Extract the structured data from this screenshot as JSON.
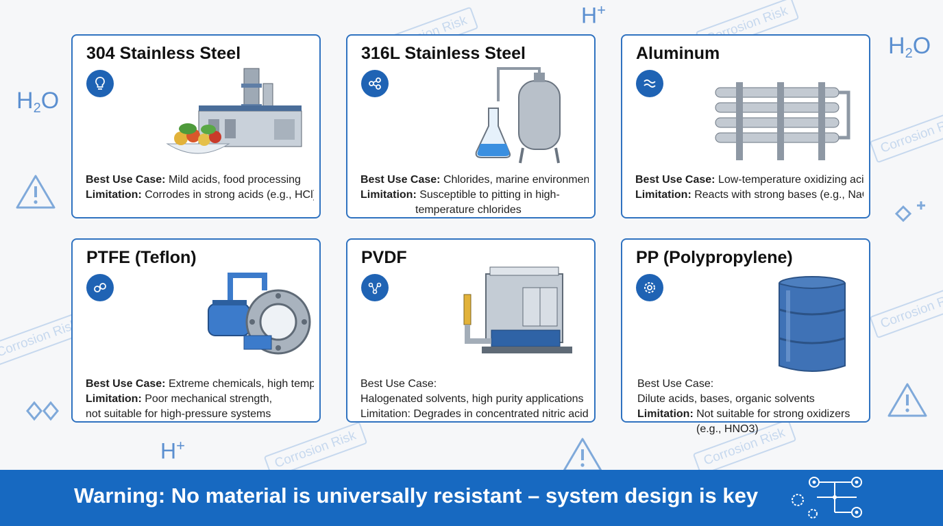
{
  "background": {
    "h2o_text": "H",
    "h2o_sub": "2",
    "h2o_tail": "O",
    "hplus_text": "H",
    "hplus_sup": "+",
    "stamp_text": "Corrosion Risk",
    "accent_color": "#5b8fd0"
  },
  "cards": [
    {
      "title": "304 Stainless Steel",
      "icon": "lightbulb-icon",
      "illustration": "food-processing-plant",
      "lines": [
        {
          "label": "Best Use Case:",
          "value": " Mild acids, food processing"
        },
        {
          "label": "Limitation:",
          "value": " Corrodes in strong acids (e.g., HCl)"
        }
      ]
    },
    {
      "title": "316L Stainless Steel",
      "icon": "molecule-icon",
      "illustration": "tank-and-flask",
      "lines": [
        {
          "label": "Best Use Case:",
          "value": " Chlorides, marine environments"
        },
        {
          "label": "Limitation:",
          "value": " Susceptible to pitting in high-"
        },
        {
          "label": "",
          "value": "temperature chlorides"
        }
      ]
    },
    {
      "title": "Aluminum",
      "icon": "waves-icon",
      "illustration": "heat-exchanger-pipes",
      "lines": [
        {
          "label": "Best Use Case:",
          "value": " Low-temperature oxidizing acids"
        },
        {
          "label": "Limitation:",
          "value": " Reacts with strong bases (e.g., NaOH)"
        }
      ]
    },
    {
      "title": "PTFE (Teflon)",
      "icon": "rings-icon",
      "illustration": "centrifugal-pump",
      "lines": [
        {
          "label": "Best Use Case:",
          "value": " Extreme chemicals, high temperatu"
        },
        {
          "label": "Limitation:",
          "value": " Poor mechanical strength,"
        },
        {
          "label": "",
          "value": "not suitable for high-pressure systems"
        }
      ]
    },
    {
      "title": "PVDF",
      "icon": "network-icon",
      "illustration": "purity-skid-unit",
      "lines": [
        {
          "label": "",
          "value": "Best Use Case:"
        },
        {
          "label": "",
          "value": "Halogenated solvents, high purity applications"
        },
        {
          "label": "",
          "value": "Limitation: Degrades in concentrated nitric acid"
        }
      ]
    },
    {
      "title": "PP (Polypropylene)",
      "icon": "gear-icon",
      "illustration": "chemical-drum",
      "lines": [
        {
          "label": "",
          "value": "Best Use Case:"
        },
        {
          "label": "",
          "value": "Dilute acids, bases, organic solvents"
        },
        {
          "label": "Limitation:",
          "value": " Not suitable for strong oxidizers"
        },
        {
          "label": "",
          "value": "(e.g., HNO3)"
        }
      ]
    }
  ],
  "banner": {
    "message": "Warning: No material is universally resistant – system design is key",
    "color": "#1769c1",
    "icon": "circuit-diagram-icon"
  }
}
